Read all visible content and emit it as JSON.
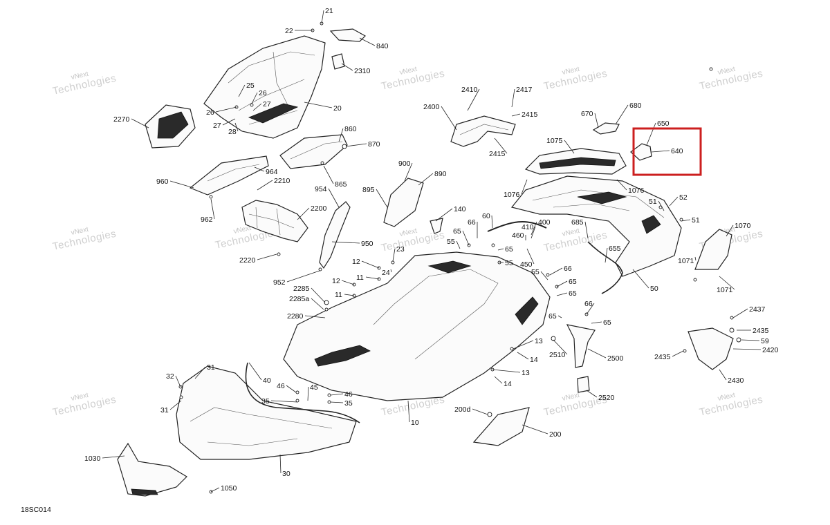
{
  "diagram": {
    "code": "18SC014",
    "watermark_line1": "vNext",
    "watermark_line2": "Technologies",
    "highlight_color": "#cc1f1f",
    "highlighted_part": "640",
    "callouts": {
      "c21": "21",
      "c22": "22",
      "c840": "840",
      "c2310": "2310",
      "c20": "20",
      "c25": "25",
      "c26a": "26",
      "c26b": "26",
      "c27a": "27",
      "c27b": "27",
      "c28": "28",
      "c2270": "2270",
      "c860": "860",
      "c870": "870",
      "c865": "865",
      "c964": "964",
      "c960": "960",
      "c962": "962",
      "c2210": "2210",
      "c2200": "2200",
      "c2220": "2220",
      "c954": "954",
      "c950": "950",
      "c952": "952",
      "c2410": "2410",
      "c2417": "2417",
      "c2400": "2400",
      "c2415a": "2415",
      "c2415b": "2415",
      "c670": "670",
      "c680": "680",
      "c650": "650",
      "c640": "640",
      "c1075": "1075",
      "c1076a": "1076",
      "c1076b": "1076",
      "c900": "900",
      "c890": "890",
      "c895": "895",
      "c140": "140",
      "c60": "60",
      "c400": "400",
      "c410": "410",
      "c460": "460",
      "c450": "450",
      "c685": "685",
      "c655": "655",
      "c52": "52",
      "c51a": "51",
      "c51b": "51",
      "c1070": "1070",
      "c1071a": "1071",
      "c1071b": "1071",
      "c50": "50",
      "c23": "23",
      "c24": "24",
      "c12a": "12",
      "c11a": "11",
      "c12b": "12",
      "c11b": "11",
      "c2285": "2285",
      "c2285a": "2285a",
      "c2280": "2280",
      "c65a": "65",
      "c66a": "66",
      "c55a": "55",
      "c65b": "65",
      "c55b": "55",
      "c66b": "66",
      "c65c": "65",
      "c55c": "55",
      "c65d": "65",
      "c66c": "66",
      "c65e": "65",
      "c65f": "65",
      "c2437": "2437",
      "c2435a": "2435",
      "c59": "59",
      "c2420": "2420",
      "c2435b": "2435",
      "c2430": "2430",
      "c13a": "13",
      "c14a": "14",
      "c13b": "13",
      "c14b": "14",
      "c2510": "2510",
      "c2500": "2500",
      "c2520": "2520",
      "c31a": "31",
      "c32": "32",
      "c31b": "31",
      "c40": "40",
      "c46a": "46",
      "c45": "45",
      "c35a": "35",
      "c46b": "46",
      "c35b": "35",
      "c10": "10",
      "c200d": "200d",
      "c200": "200",
      "c30": "30",
      "c1030": "1030",
      "c1050": "1050"
    }
  }
}
